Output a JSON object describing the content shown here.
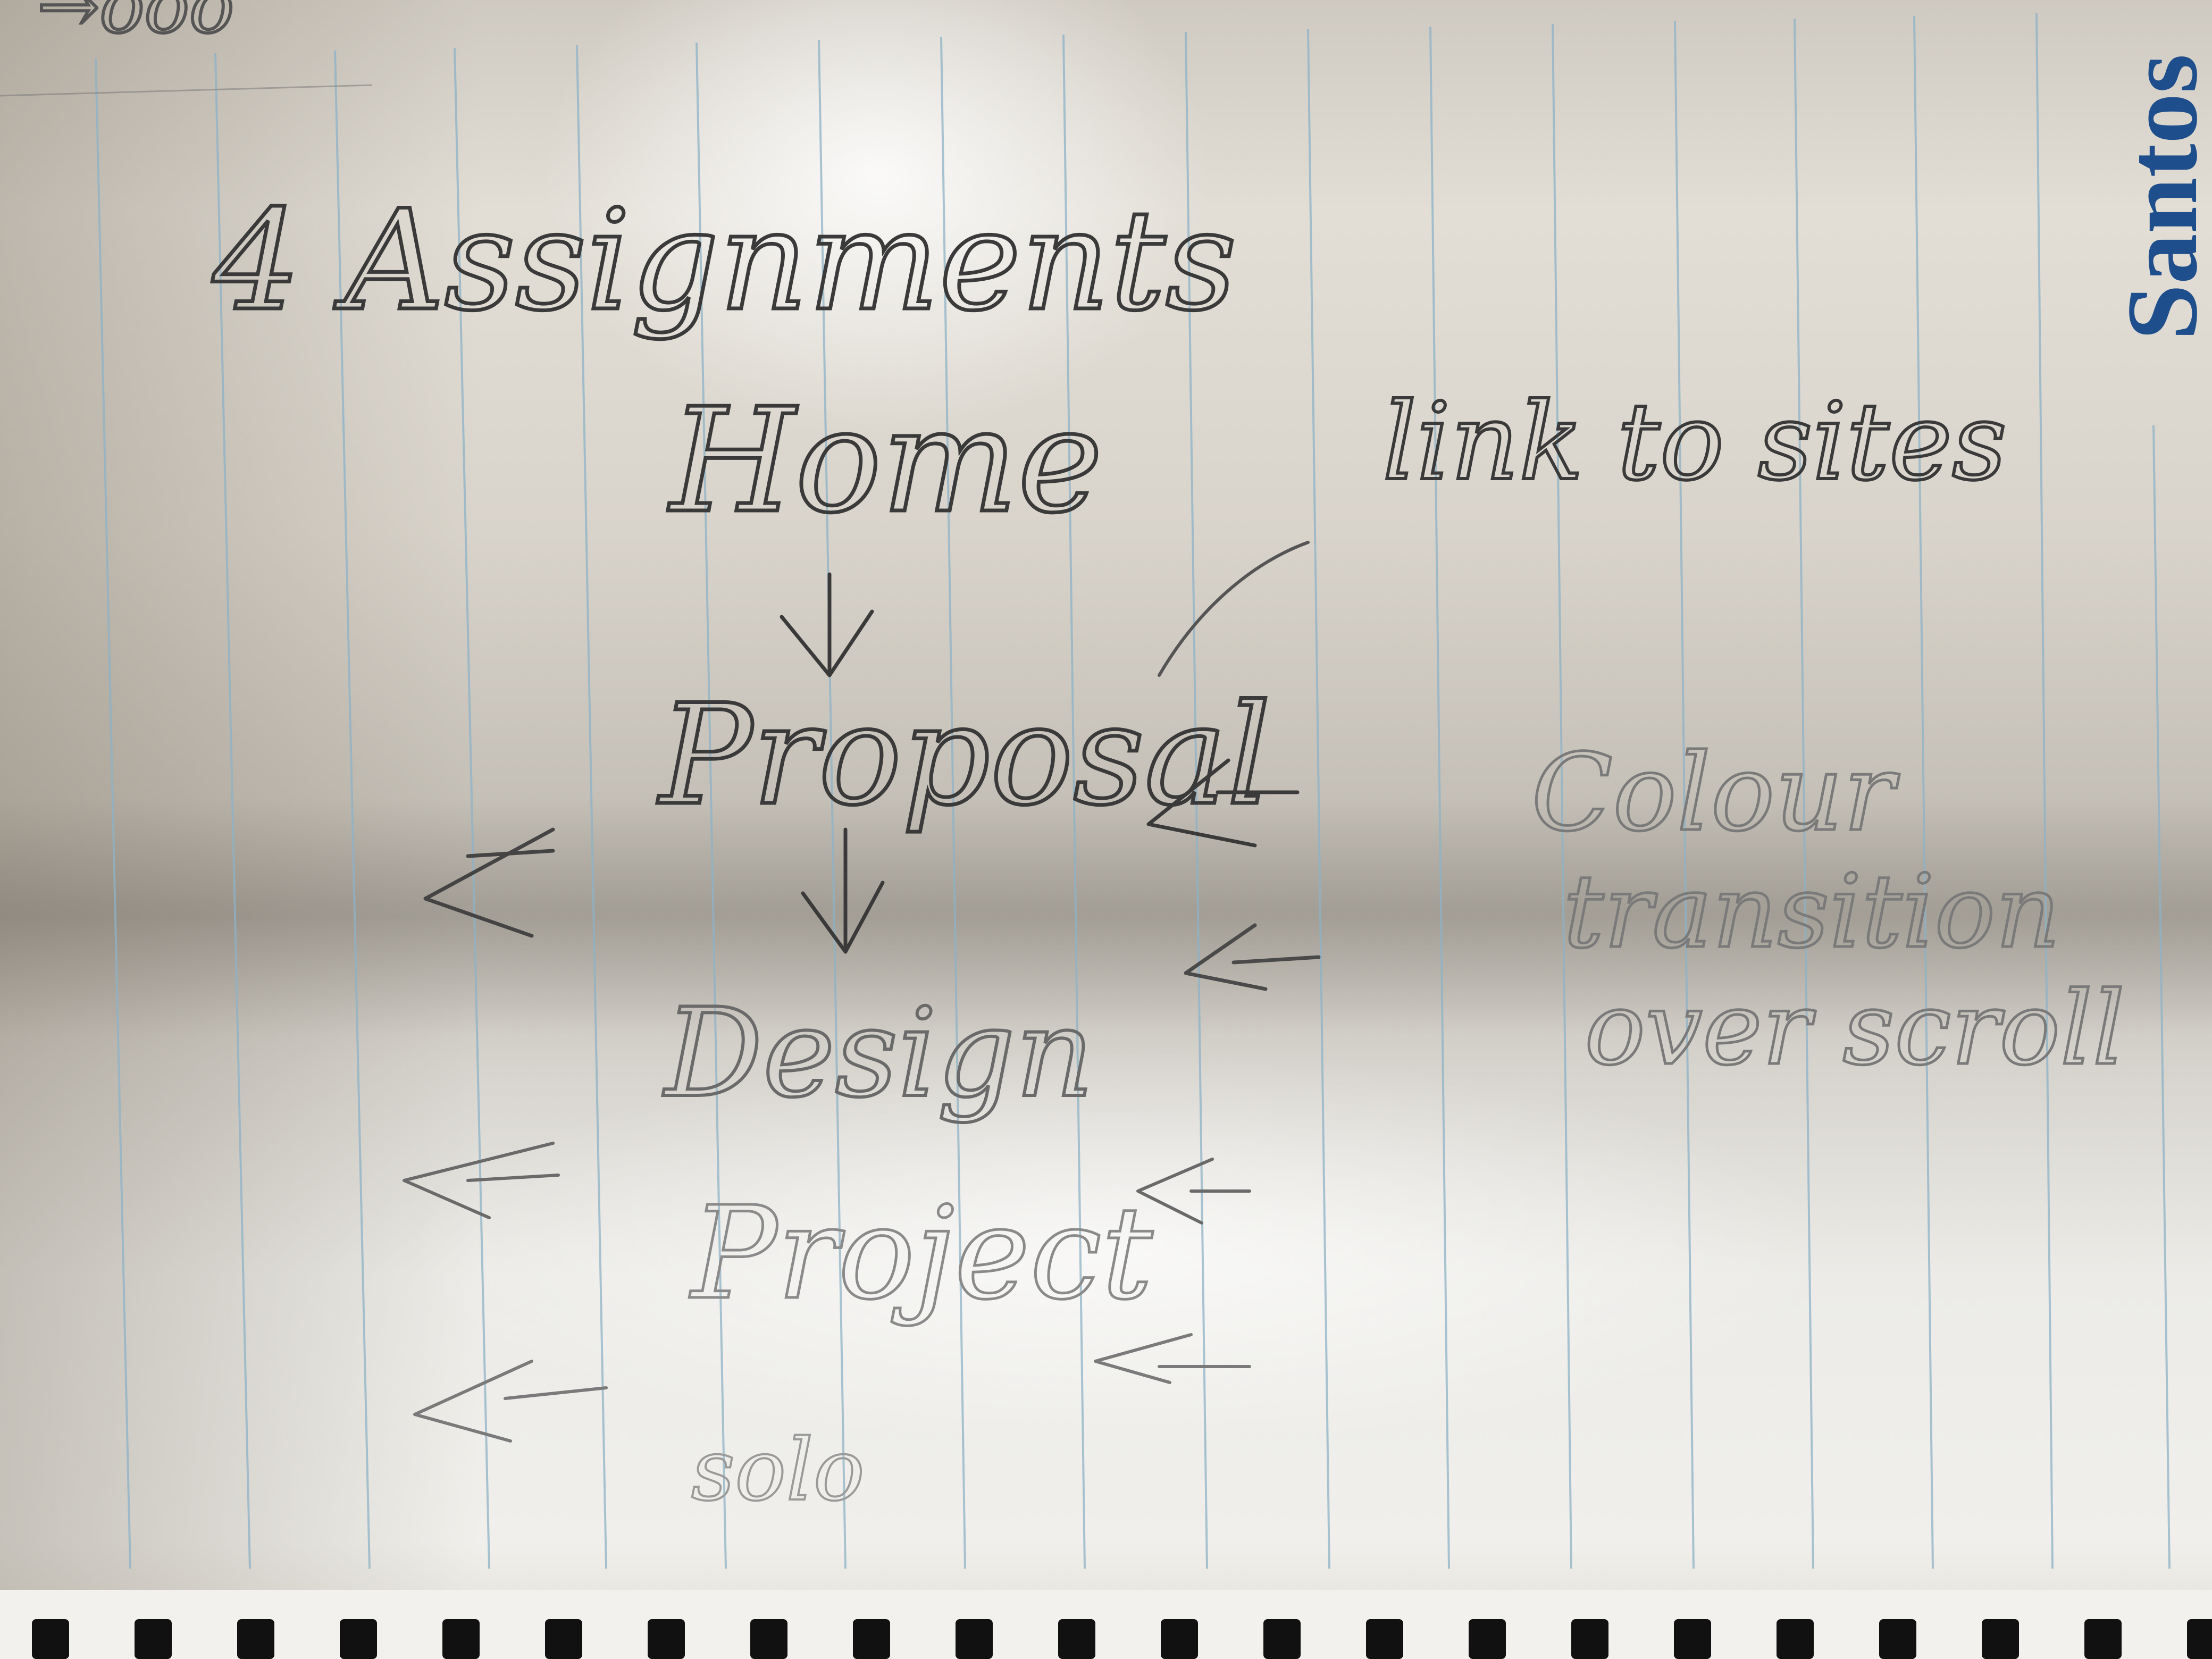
{
  "notes": {
    "corner_scribble": "→ooo",
    "heading": "4 Assignments",
    "flow": [
      "Home",
      "Proposal",
      "Design",
      "Project",
      "solo"
    ],
    "side_note_1": "link to sites",
    "side_note_2": [
      "Colour",
      "transition",
      "over scroll"
    ]
  },
  "logo": {
    "text": "Santos",
    "color": "#1f4e8c"
  },
  "colors": {
    "pencil": "#3a3a3a",
    "pencil_light": "#7a7a7a",
    "rule_line": "#8fb2c6"
  }
}
